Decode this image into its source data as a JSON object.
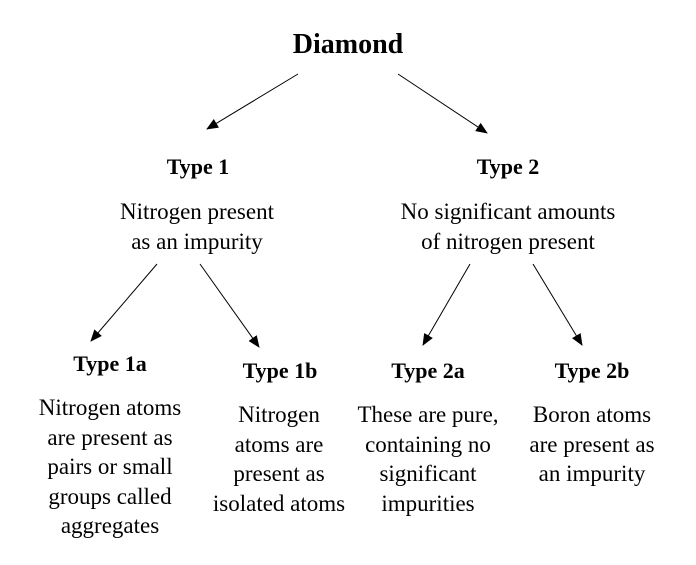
{
  "diagram": {
    "root": {
      "title": "Diamond"
    },
    "type1": {
      "title": "Type 1",
      "description": [
        "Nitrogen present",
        "as an impurity"
      ]
    },
    "type2": {
      "title": "Type 2",
      "description": [
        "No significant amounts",
        "of nitrogen present"
      ]
    },
    "type1a": {
      "title": "Type 1a",
      "description": [
        "Nitrogen atoms",
        "are present as",
        "pairs or small",
        "groups called",
        "aggregates"
      ]
    },
    "type1b": {
      "title": "Type 1b",
      "description": [
        "Nitrogen",
        "atoms are",
        "present as",
        "isolated atoms"
      ]
    },
    "type2a": {
      "title": "Type 2a",
      "description": [
        "These are pure,",
        "containing no",
        "significant",
        "impurities"
      ]
    },
    "type2b": {
      "title": "Type 2b",
      "description": [
        "Boron atoms",
        "are present as",
        "an impurity"
      ]
    }
  },
  "colors": {
    "background": "#ffffff",
    "text": "#000000",
    "arrow": "#000000"
  }
}
